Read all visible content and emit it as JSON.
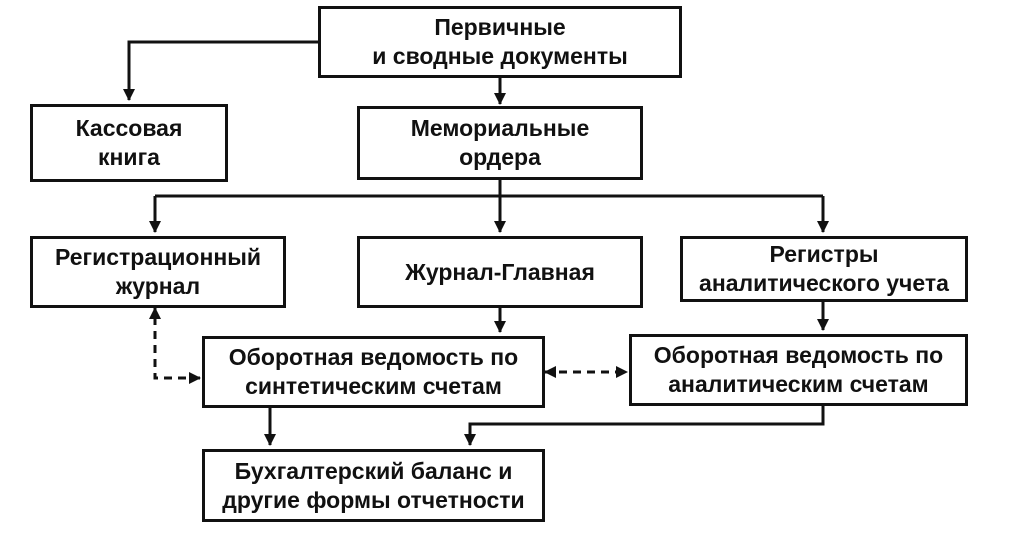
{
  "diagram": {
    "colors": {
      "stroke": "#111111",
      "background": "#ffffff"
    },
    "nodes": {
      "primary_docs": {
        "line1": "Первичные",
        "line2": "и сводные документы"
      },
      "cash_book": {
        "line1": "Кассовая",
        "line2": "книга"
      },
      "memorial_orders": {
        "line1": "Мемориальные",
        "line2": "ордера"
      },
      "registration_journal": {
        "line1": "Регистрационный",
        "line2": "журнал"
      },
      "journal_main": {
        "line1": "Журнал-Главная"
      },
      "analytic_registers": {
        "line1": "Регистры",
        "line2": "аналитического учета"
      },
      "synthetic_turnover": {
        "line1": "Оборотная ведомость по",
        "line2": "синтетическим счетам"
      },
      "analytic_turnover": {
        "line1": "Оборотная ведомость по",
        "line2": "аналитическим счетам"
      },
      "balance": {
        "line1": "Бухгалтерский баланс и",
        "line2": "другие формы отчетности"
      }
    },
    "connectors": [
      {
        "from": "primary_docs",
        "to": "cash_book",
        "style": "solid"
      },
      {
        "from": "primary_docs",
        "to": "memorial_orders",
        "style": "solid"
      },
      {
        "from": "memorial_orders",
        "to": "registration_journal",
        "style": "solid"
      },
      {
        "from": "memorial_orders",
        "to": "journal_main",
        "style": "solid"
      },
      {
        "from": "memorial_orders",
        "to": "analytic_registers",
        "style": "solid"
      },
      {
        "from": "journal_main",
        "to": "synthetic_turnover",
        "style": "solid"
      },
      {
        "from": "analytic_registers",
        "to": "analytic_turnover",
        "style": "solid"
      },
      {
        "from": "synthetic_turnover",
        "to": "registration_journal",
        "style": "dashed",
        "bidirectional": true
      },
      {
        "from": "synthetic_turnover",
        "to": "analytic_turnover",
        "style": "dashed",
        "bidirectional": true
      },
      {
        "from": "synthetic_turnover",
        "to": "balance",
        "style": "solid"
      },
      {
        "from": "analytic_turnover",
        "to": "balance",
        "style": "solid"
      }
    ]
  }
}
